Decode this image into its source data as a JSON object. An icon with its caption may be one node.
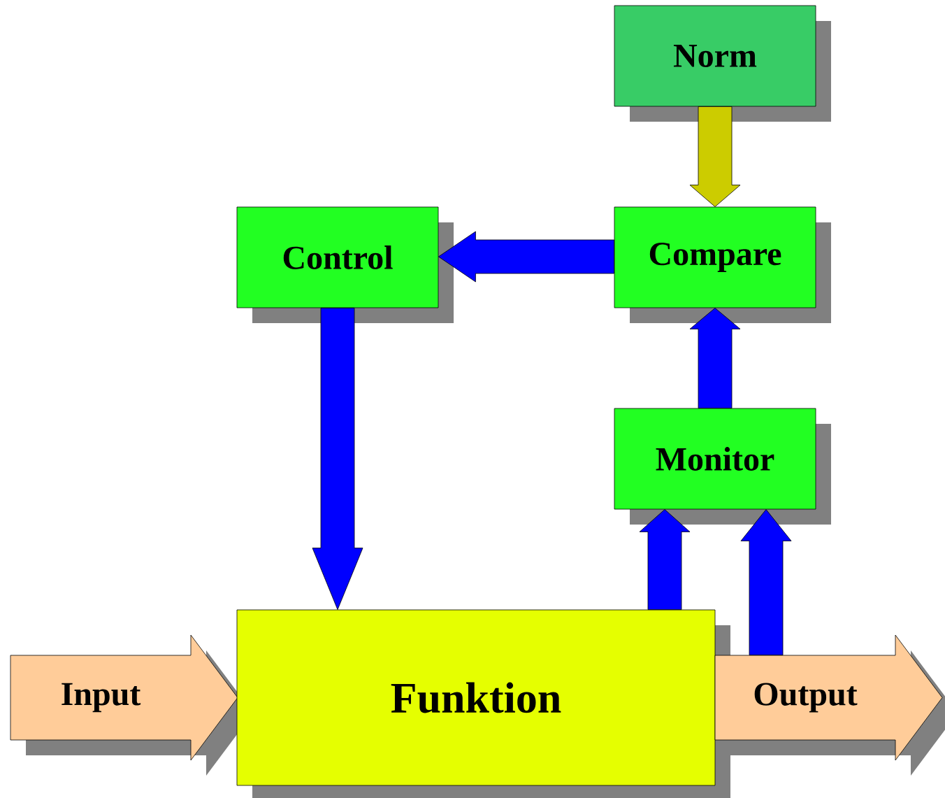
{
  "diagram": {
    "nodes": [
      {
        "text": [
          "Norm"
        ]
      },
      {
        "text": [
          "Control"
        ]
      },
      {
        "text": [
          "Compare"
        ]
      },
      {
        "text": [
          "Monitor"
        ]
      },
      {
        "text": [
          "Input"
        ]
      },
      {
        "text": [
          "Funktion"
        ]
      },
      {
        "text": [
          "Output"
        ]
      }
    ],
    "edges": [
      {
        "from": 0,
        "to": 2,
        "arrow": "to",
        "color": "#cccc00"
      },
      {
        "from": 2,
        "to": 1,
        "arrow": "to"
      },
      {
        "from": 1,
        "to": 5,
        "arrow": "to"
      },
      {
        "from": 3,
        "to": 2,
        "arrow": "to"
      },
      {
        "from": 5,
        "to": 3,
        "arrow": "to"
      },
      {
        "from": 6,
        "to": 3,
        "arrow": "to"
      }
    ]
  }
}
